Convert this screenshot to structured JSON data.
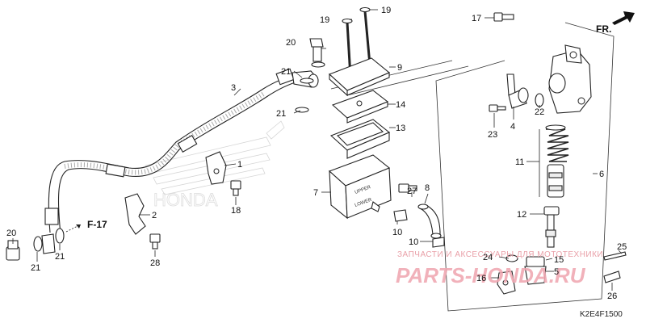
{
  "diagram": {
    "code": "K2E4F1500",
    "direction_label": "FR.",
    "ref_label": "F-17",
    "watermark_text": "ЗАПЧАСТИ И АКСЕССУАРЫ ДЛЯ МОТОТЕХНИКИ",
    "watermark_logo": "PARTS-HONDA.RU",
    "callouts": {
      "c1": "1",
      "c2": "2",
      "c3": "3",
      "c4": "4",
      "c5": "5",
      "c6": "6",
      "c7": "7",
      "c8": "8",
      "c9": "9",
      "c10a": "10",
      "c10b": "10",
      "c11": "11",
      "c12": "12",
      "c13": "13",
      "c14": "14",
      "c15": "15",
      "c16": "16",
      "c17": "17",
      "c18": "18",
      "c19a": "19",
      "c19b": "19",
      "c20a": "20",
      "c20b": "20",
      "c21a": "21",
      "c21b": "21",
      "c21c": "21",
      "c21d": "21",
      "c22": "22",
      "c23": "23",
      "c24": "24",
      "c25": "25",
      "c26": "26",
      "c27": "27",
      "c28": "28"
    }
  }
}
